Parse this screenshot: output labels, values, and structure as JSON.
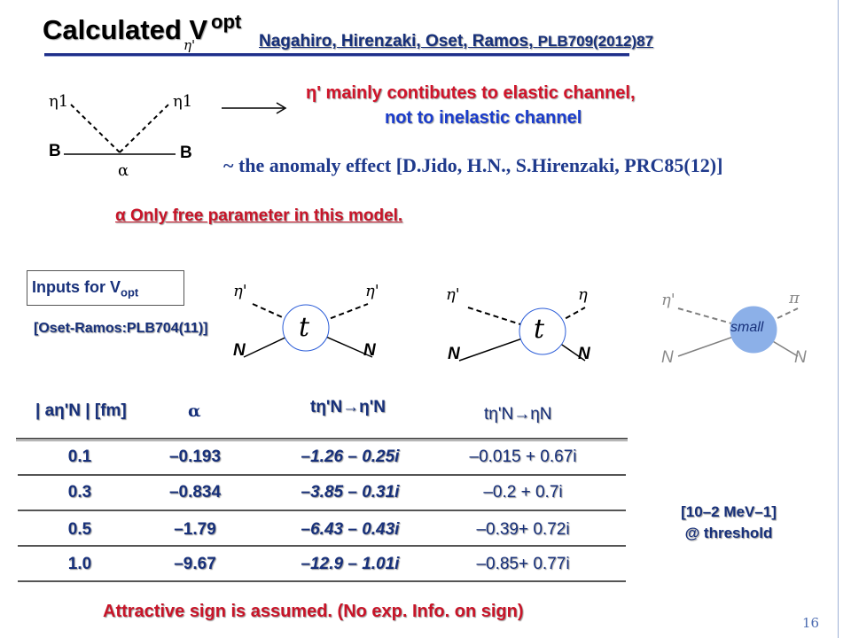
{
  "title": {
    "main": "Calculated V",
    "sub": "η'",
    "sup": "opt"
  },
  "citation": {
    "authors": "Nagahiro, Hirenzaki, Oset, Ramos,",
    "ref": "PLB709(2012)87"
  },
  "diagram1": {
    "eta_left": "η1",
    "eta_right": "η1",
    "b_left": "B",
    "b_right": "B",
    "alpha": "α"
  },
  "statement": {
    "line1": "η' mainly contibutes to elastic channel,",
    "line2": "not to inelastic channel"
  },
  "anomaly": "~ the anomaly effect  [D.Jido, H.N., S.Hirenzaki, PRC85(12)]",
  "free_param": "α  Only free parameter in this model.",
  "inputs": {
    "label": "Inputs for V",
    "sub": "opt",
    "ref": "[Oset-Ramos:PLB704(11)]"
  },
  "diagrams": [
    {
      "top_left": "η'",
      "top_right": "η'",
      "bottom_left": "N",
      "bottom_right": "N",
      "center": "t"
    },
    {
      "top_left": "η'",
      "top_right": "η",
      "bottom_left": "N",
      "bottom_right": "N",
      "center": "t"
    },
    {
      "top_left": "η'",
      "top_right": "π",
      "bottom_left": "N",
      "bottom_right": "N",
      "center": "small"
    }
  ],
  "table": {
    "headers": {
      "a": "| aη'N | [fm]",
      "alpha": "α",
      "t1": "tη'N→η'N",
      "t2": "tη'N→ηN"
    },
    "rows": [
      {
        "a": "0.1",
        "alpha": "–0.193",
        "t1": "–1.26 – 0.25i",
        "t2": "–0.015 + 0.67i"
      },
      {
        "a": "0.3",
        "alpha": "–0.834",
        "t1": "–3.85 – 0.31i",
        "t2": "–0.2 + 0.7i"
      },
      {
        "a": "0.5",
        "alpha": "–1.79",
        "t1": "–6.43 – 0.43i",
        "t2": "–0.39+ 0.72i"
      },
      {
        "a": "1.0",
        "alpha": "–9.67",
        "t1": "–12.9 – 1.01i",
        "t2": "–0.85+ 0.77i"
      }
    ]
  },
  "units": {
    "line1": "[10–2 MeV–1]",
    "line2": "@ threshold"
  },
  "footer": "Attractive sign is assumed.  (No exp. Info. on sign)",
  "page_number": "16",
  "colors": {
    "title_bar": "#1f2f8a",
    "red": "#d0142a",
    "blue": "#1a3ccc",
    "navy": "#17307a",
    "circle_fill": "#8cb0e8"
  }
}
